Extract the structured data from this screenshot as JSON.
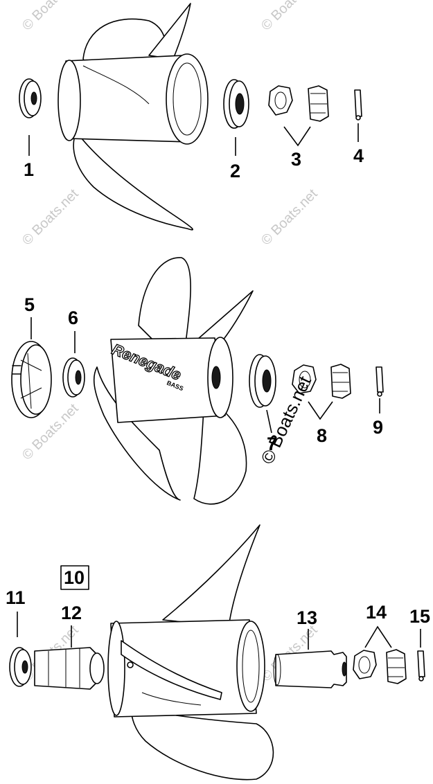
{
  "callouts": {
    "c1": "1",
    "c2": "2",
    "c3": "3",
    "c4": "4",
    "c5": "5",
    "c6": "6",
    "c7": "7",
    "c8": "8",
    "c9": "9",
    "c10": "10",
    "c11": "11",
    "c12": "12",
    "c13": "13",
    "c14": "14",
    "c15": "15"
  },
  "watermark": "© Boats.net",
  "propeller_brand": {
    "name": "Renegade",
    "model": "BASS"
  },
  "icons": {
    "watermark_mark": "copyright-symbol"
  }
}
